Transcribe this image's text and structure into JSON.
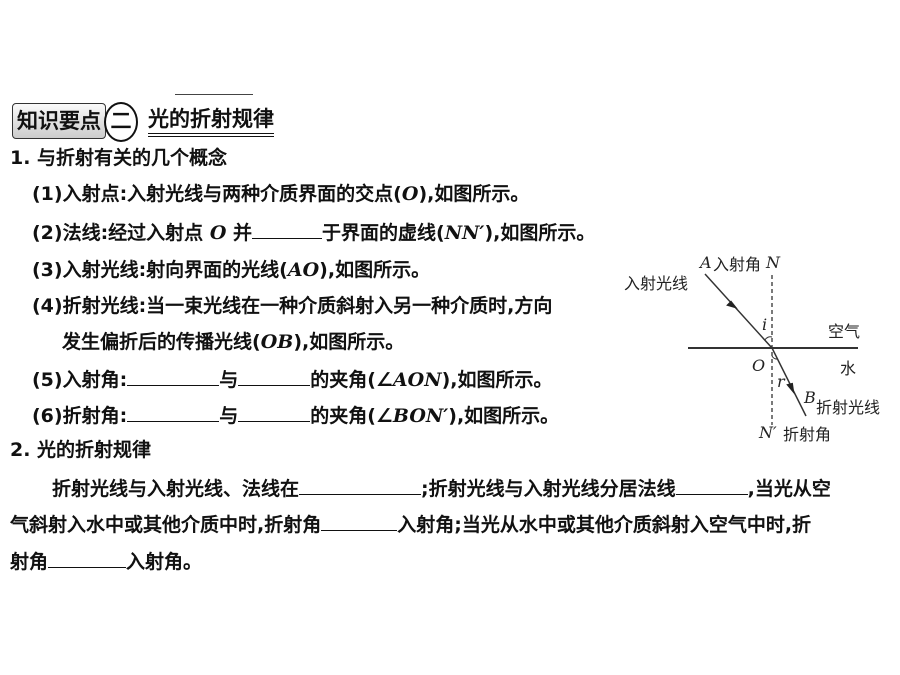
{
  "header": {
    "tag": "知识要点",
    "number": "二",
    "title": "光的折射规律"
  },
  "section1": {
    "heading": "1. 与折射有关的几个概念",
    "items": [
      {
        "a": "(1)入射点:入射光线与两种介质界面的交点(",
        "v": "O",
        "b": "),如图所示。"
      },
      {
        "a": "(2)法线:经过入射点 ",
        "v": "O",
        "b": " 并",
        "c": "于界面的虚线(",
        "v2": "NN′",
        "d": "),如图所示。"
      },
      {
        "a": "(3)入射光线:射向界面的光线(",
        "v": "AO",
        "b": "),如图所示。"
      },
      {
        "a": "(4)折射光线:当一束光线在一种介质斜射入另一种介质时,方向",
        "b": "发生偏折后的传播光线(",
        "v": "OB",
        "c": "),如图所示。"
      },
      {
        "a": "(5)入射角:",
        "b": "与",
        "c": "的夹角(∠",
        "v": "AON",
        "d": "),如图所示。"
      },
      {
        "a": "(6)折射角:",
        "b": "与",
        "c": "的夹角(∠",
        "v": "BON′",
        "d": "),如图所示。"
      }
    ]
  },
  "section2": {
    "heading": "2. 光的折射规律",
    "l1a": "折射光线与入射光线、法线在",
    "l1b": ";折射光线与入射光线分居法线",
    "l1c": ",当光从空",
    "l2a": "气斜射入水中或其他介质中时,折射角",
    "l2b": "入射角;当光从水中或其他介质斜射入空气中时,折",
    "l3a": "射角",
    "l3b": "入射角。"
  },
  "diagram": {
    "A": "A",
    "N": "N",
    "incident_angle": "入射角",
    "incident_ray": "入射光线",
    "i": "i",
    "air": "空气",
    "O": "O",
    "water": "水",
    "r": "r",
    "B": "B",
    "refracted_ray": "折射光线",
    "N_prime": "N′",
    "refraction_angle": "折射角"
  }
}
